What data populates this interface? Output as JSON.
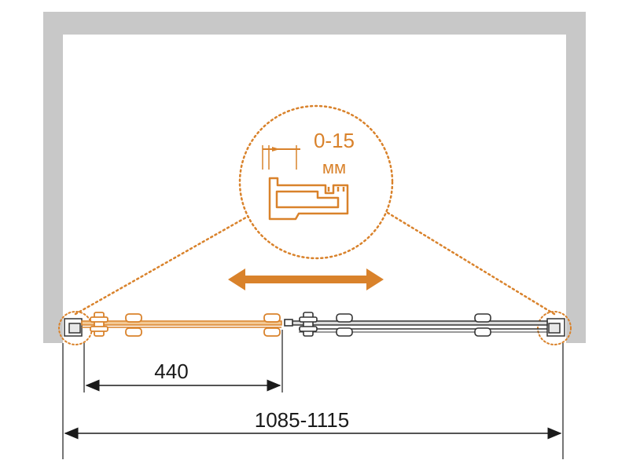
{
  "dimensions": {
    "opening_width": "1085-1115",
    "door_width": "440"
  },
  "callout": {
    "adjustment_range": "0-15",
    "unit": "мм"
  },
  "colors": {
    "wall": "#c8c8c8",
    "accent": "#d9822b",
    "line": "#1a1a1a",
    "panel": "#555555"
  },
  "icons": {
    "movement": "double-arrow-icon",
    "detail": "wall-profile-detail-icon"
  }
}
